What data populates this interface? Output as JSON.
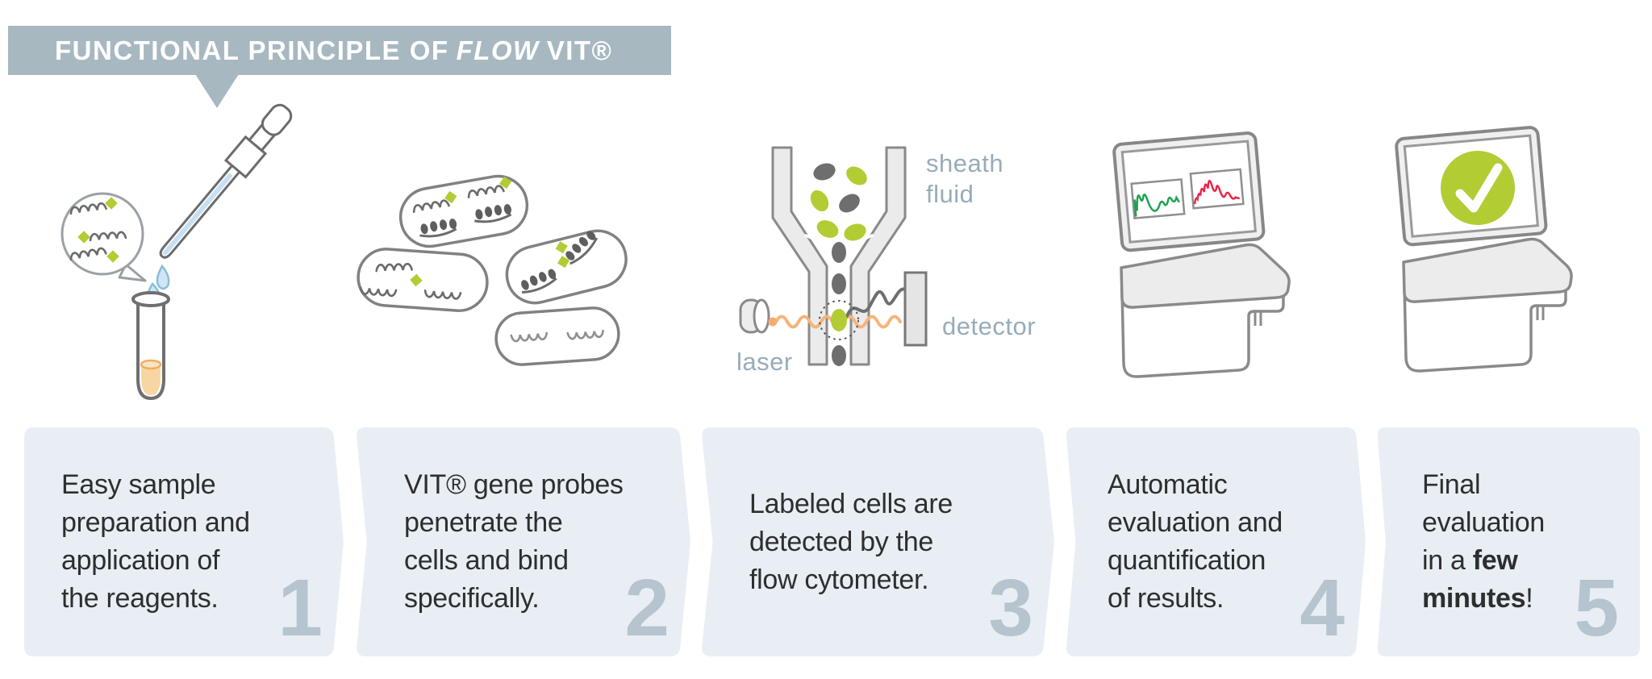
{
  "title": {
    "part1": "FUNCTIONAL PRINCIPLE OF",
    "flow": "FLOW",
    "part2": "VIT®"
  },
  "cytometer_labels": {
    "sheath_line1": "sheath",
    "sheath_line2": "fluid",
    "laser": "laser",
    "detector": "detector"
  },
  "steps": [
    {
      "number": "1",
      "lines": [
        "Easy sample",
        "preparation and",
        "application of",
        "the reagents."
      ]
    },
    {
      "number": "2",
      "lines": [
        "VIT® gene probes",
        "penetrate the",
        "cells and bind",
        "specifically."
      ]
    },
    {
      "number": "3",
      "lines": [
        "Labeled cells are",
        "detected by the",
        "flow cytometer."
      ]
    },
    {
      "number": "4",
      "lines": [
        "Automatic",
        "evaluation and",
        "quantification",
        "of results."
      ]
    },
    {
      "number": "5",
      "line1": "Final",
      "line2": "evaluation",
      "line3_pre": "in a ",
      "line3_bold": "few",
      "line4_bold": "minutes",
      "line4_post": "!"
    }
  ],
  "colors": {
    "banner": "#a7b8c1",
    "card_background": "#e8eef4",
    "step_number": "#b5c4cf",
    "accent_green": "#b2cc33",
    "label_blue_gray": "#97acb9",
    "chart_green": "#1fa24f",
    "chart_red": "#e8274b",
    "laser_orange": "#f6b47a",
    "liquid_orange": "#f8d6a2",
    "liquid_blue": "#c6e0f2"
  },
  "icons": {
    "checkmark_icon": "✓"
  }
}
